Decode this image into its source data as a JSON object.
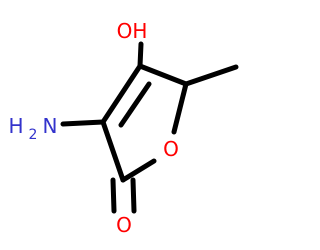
{
  "molecule": {
    "atoms": {
      "hydroxyl": "OH",
      "amine_h": "H",
      "amine_sub": "2",
      "amine_n": "N",
      "ring_oxygen": "O",
      "carbonyl_oxygen": "O"
    },
    "colors": {
      "bond": "#000000",
      "oxygen": "#ff0000",
      "nitrogen": "#3333cc"
    }
  }
}
